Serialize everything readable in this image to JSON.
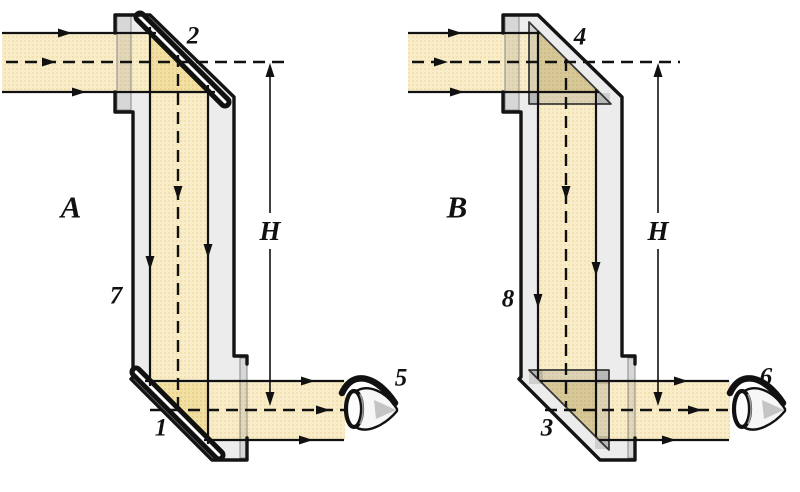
{
  "figure": {
    "description": "Two periscope schematics: A uses plane mirrors, B uses right-angle prisms",
    "panel_a": {
      "name": "A",
      "top_mirror_label": "2",
      "bottom_mirror_label": "1",
      "tube_label": "7",
      "observer_label": "5",
      "height_label": "H"
    },
    "panel_b": {
      "name": "B",
      "top_prism_label": "4",
      "bottom_prism_label": "3",
      "tube_label": "8",
      "observer_label": "6",
      "height_label": "H"
    },
    "colors": {
      "beam": "#f8edc8",
      "beam_dot": "#ecd193",
      "beam_overlap": "#f1dfa3",
      "beam_overlap_dot": "#e3c36f",
      "housing": "#ececec",
      "outline": "#141414",
      "pane": "rgba(100,100,100,0.15)"
    }
  }
}
